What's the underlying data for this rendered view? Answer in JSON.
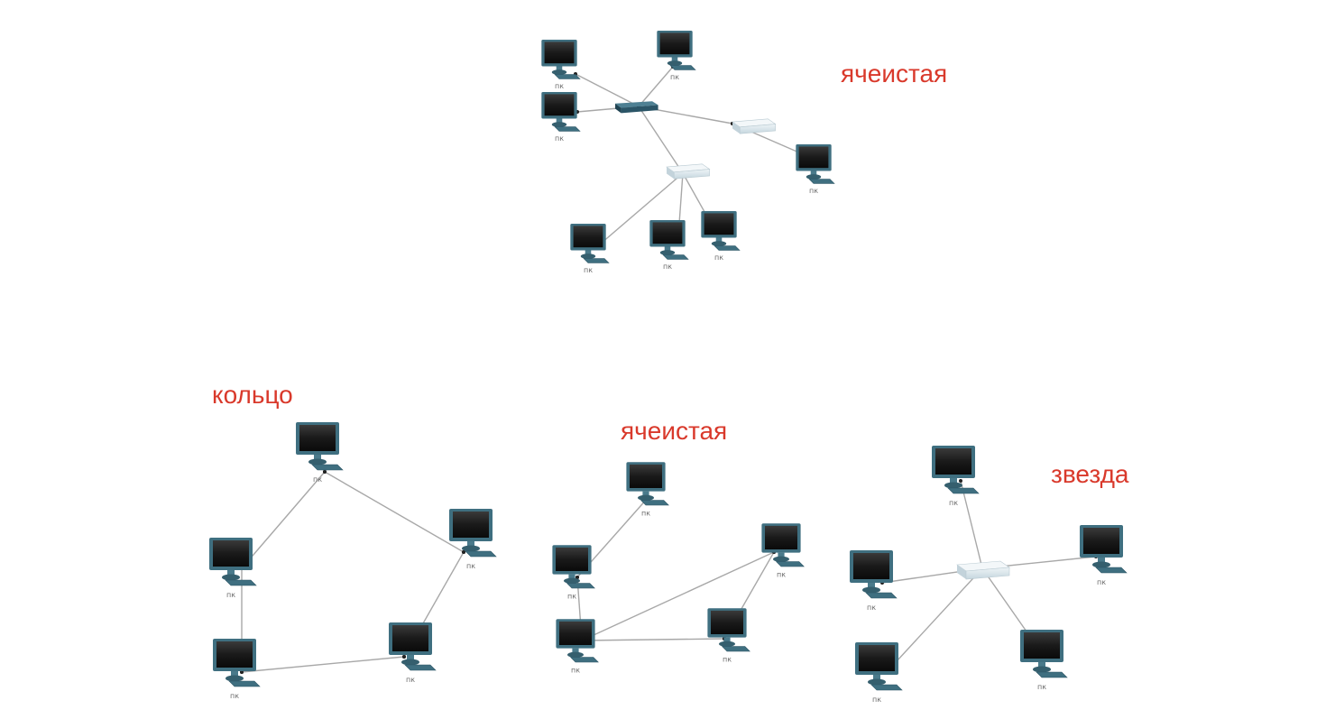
{
  "diagrams": {
    "top": {
      "label": "ячеистая",
      "nodes": [
        {
          "id": "t1",
          "type": "pc",
          "caption": "пк"
        },
        {
          "id": "t2",
          "type": "pc",
          "caption": "пк"
        },
        {
          "id": "t3",
          "type": "pc",
          "caption": "пк"
        },
        {
          "id": "t4",
          "type": "pc",
          "caption": "пк"
        },
        {
          "id": "t5",
          "type": "pc",
          "caption": "пк"
        },
        {
          "id": "t6",
          "type": "pc",
          "caption": "пк"
        },
        {
          "id": "t7",
          "type": "pc",
          "caption": "пк"
        },
        {
          "id": "sw",
          "type": "switch",
          "caption": ""
        },
        {
          "id": "hub1",
          "type": "hub",
          "caption": ""
        },
        {
          "id": "hub2",
          "type": "hub",
          "caption": ""
        }
      ]
    },
    "ring": {
      "label": "кольцо",
      "nodes": [
        {
          "id": "r1",
          "type": "pc",
          "caption": "пк"
        },
        {
          "id": "r2",
          "type": "pc",
          "caption": "пк"
        },
        {
          "id": "r3",
          "type": "pc",
          "caption": "пк"
        },
        {
          "id": "r4",
          "type": "pc",
          "caption": "пк"
        },
        {
          "id": "r5",
          "type": "pc",
          "caption": "пк"
        }
      ]
    },
    "mesh": {
      "label": "ячеистая",
      "nodes": [
        {
          "id": "m1",
          "type": "pc",
          "caption": "пк"
        },
        {
          "id": "m2",
          "type": "pc",
          "caption": "пк"
        },
        {
          "id": "m3",
          "type": "pc",
          "caption": "пк"
        },
        {
          "id": "m4",
          "type": "pc",
          "caption": "пк"
        },
        {
          "id": "m5",
          "type": "pc",
          "caption": "пк"
        }
      ]
    },
    "star": {
      "label": "звезда",
      "nodes": [
        {
          "id": "s1",
          "type": "pc",
          "caption": "пк"
        },
        {
          "id": "s2",
          "type": "pc",
          "caption": "пк"
        },
        {
          "id": "s3",
          "type": "pc",
          "caption": "пк"
        },
        {
          "id": "s4",
          "type": "pc",
          "caption": "пк"
        },
        {
          "id": "s5",
          "type": "pc",
          "caption": "пк"
        },
        {
          "id": "hub",
          "type": "hub",
          "caption": ""
        }
      ]
    }
  },
  "colors": {
    "label": "#d9392b",
    "link": "#a8a8a8",
    "monitor_frame": "#3f6f80",
    "screen": "#1a1a1a",
    "switch": "#2b5567",
    "hub": "#dfe9ee"
  }
}
